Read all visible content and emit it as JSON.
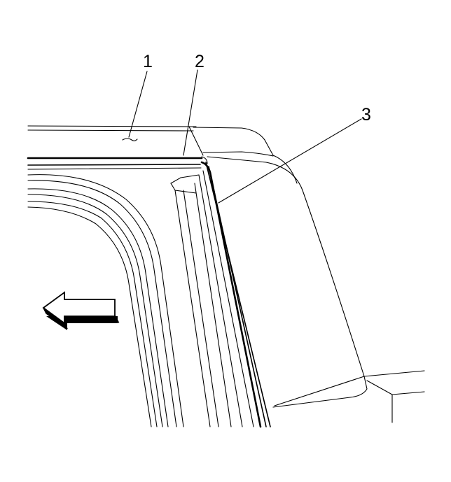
{
  "callouts": [
    {
      "id": "1",
      "label": "1"
    },
    {
      "id": "2",
      "label": "2"
    },
    {
      "id": "3",
      "label": "3"
    }
  ],
  "direction_arrow": {
    "icon": "left-arrow-icon",
    "points": "left"
  },
  "colors": {
    "line": "#000000",
    "background": "#ffffff"
  }
}
